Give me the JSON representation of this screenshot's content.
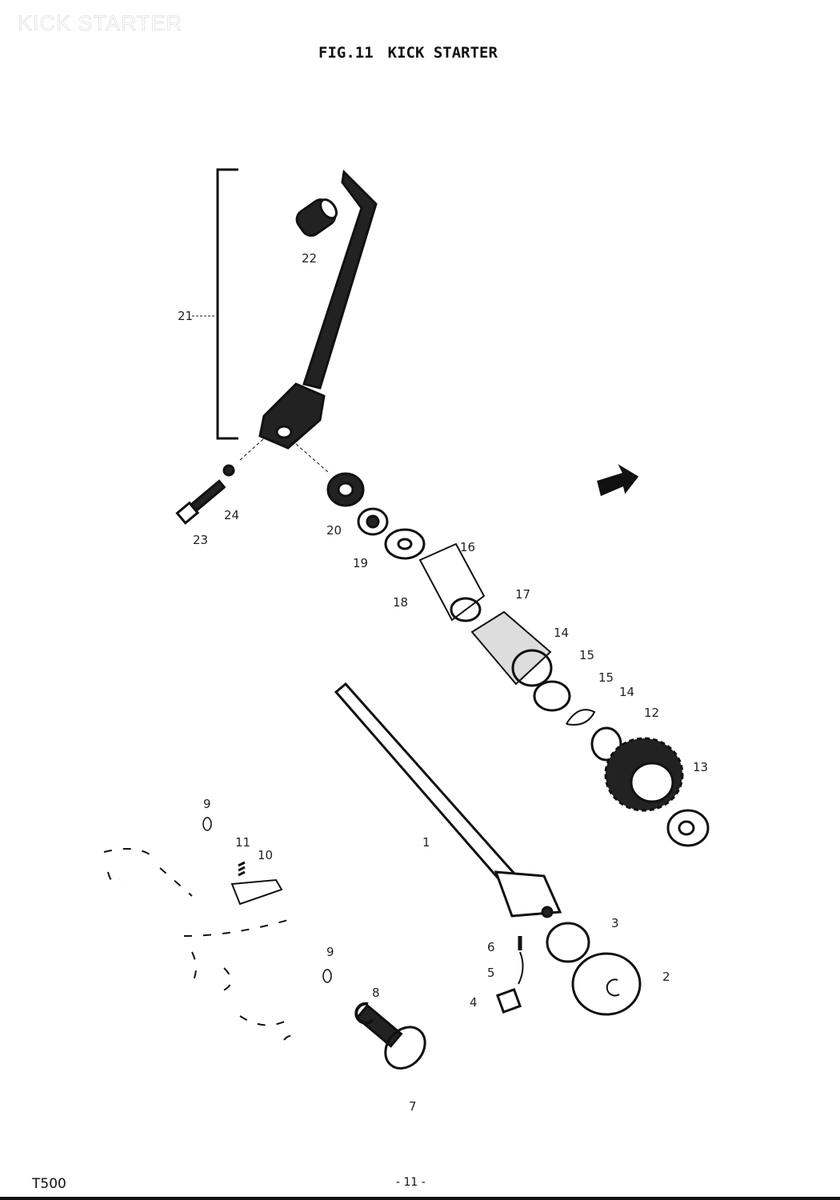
{
  "watermark": "KICK STARTER",
  "header": {
    "fig": "FIG.11",
    "title": "KICK STARTER"
  },
  "callouts": {
    "c21": "21",
    "c22": "22",
    "c23": "23",
    "c24": "24",
    "c20": "20",
    "c19": "19",
    "c18": "18",
    "c16": "16",
    "c17": "17",
    "c14a": "14",
    "c15a": "15",
    "c15b": "15",
    "c14b": "14",
    "c12": "12",
    "c13": "13",
    "c1": "1",
    "c9a": "9",
    "c11": "11",
    "c10": "10",
    "c3": "3",
    "c2": "2",
    "c6": "6",
    "c5": "5",
    "c4": "4",
    "c9b": "9",
    "c8": "8",
    "c7": "7"
  },
  "footer": {
    "model": "T500",
    "page": "- 11 -"
  }
}
